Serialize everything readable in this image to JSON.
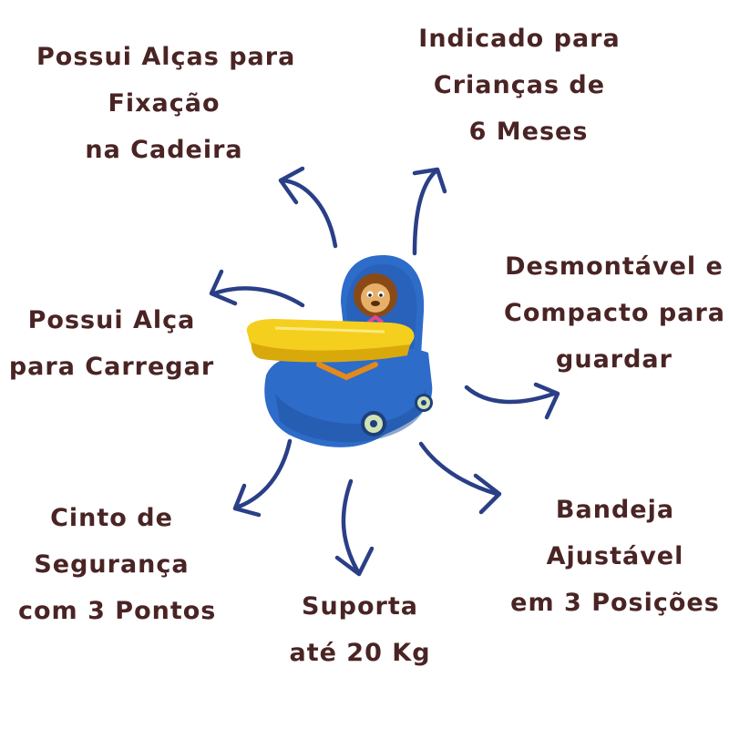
{
  "colors": {
    "text": "#4a2424",
    "arrow": "#2a3f86",
    "chair_blue": "#2d6cc9",
    "chair_blue_dark": "#1f4f9e",
    "tray_yellow": "#f4cf1e",
    "tray_yellow_dark": "#d9a90c"
  },
  "features": {
    "straps_fixation": [
      "Possui Alças para",
      "Fixação",
      "na Cadeira"
    ],
    "age": [
      "Indicado para",
      "Crianças de",
      "6 Meses"
    ],
    "carry_handle": [
      "Possui Alça",
      "para Carregar"
    ],
    "compact": [
      "Desmontável e",
      "Compacto para",
      "guardar"
    ],
    "safety_belt": [
      "Cinto de",
      "Segurança",
      "com 3 Pontos"
    ],
    "capacity": [
      "Suporta",
      "até 20 Kg"
    ],
    "tray": [
      "Bandeja",
      "Ajustável",
      "em 3 Posições"
    ]
  },
  "icons": {
    "arrow": "hand-drawn-curved-arrow",
    "product": "booster-seat-car-shape-with-lion"
  }
}
